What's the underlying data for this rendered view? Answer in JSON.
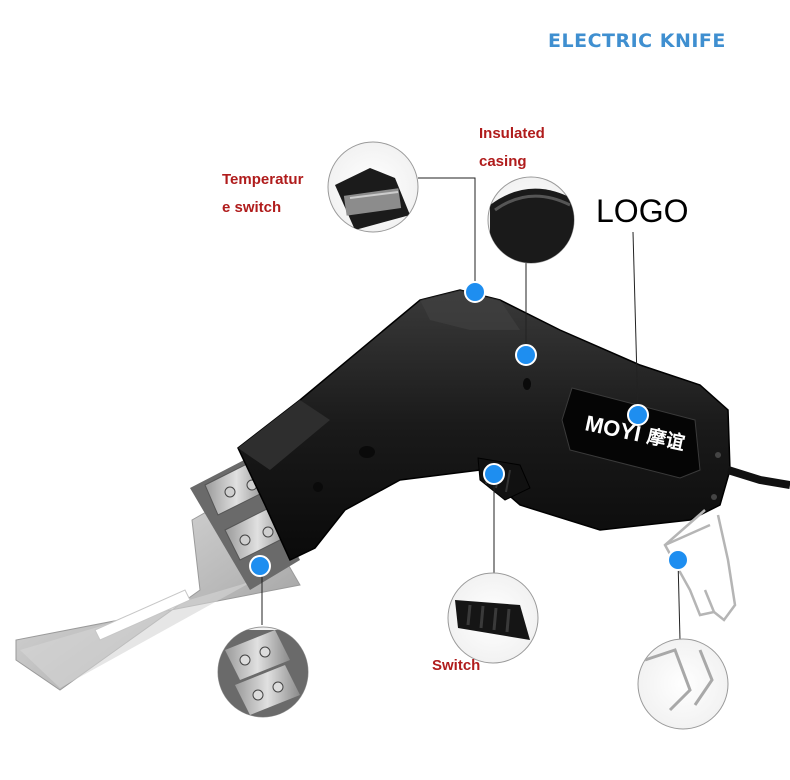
{
  "title": "ELECTRIC KNIFE",
  "labels": {
    "temperature_switch_line1": "Temperatur",
    "temperature_switch_line2": "e switch",
    "insulated_casing_line1": "Insulated",
    "insulated_casing_line2": "casing",
    "logo": "LOGO",
    "switch": "Switch"
  },
  "brand": {
    "name": "MOYI",
    "chinese": "摩谊"
  },
  "colors": {
    "title": "#3f8fd0",
    "label": "#b01c1c",
    "marker": "#1e8ef0",
    "body": "#1b1b1b"
  }
}
